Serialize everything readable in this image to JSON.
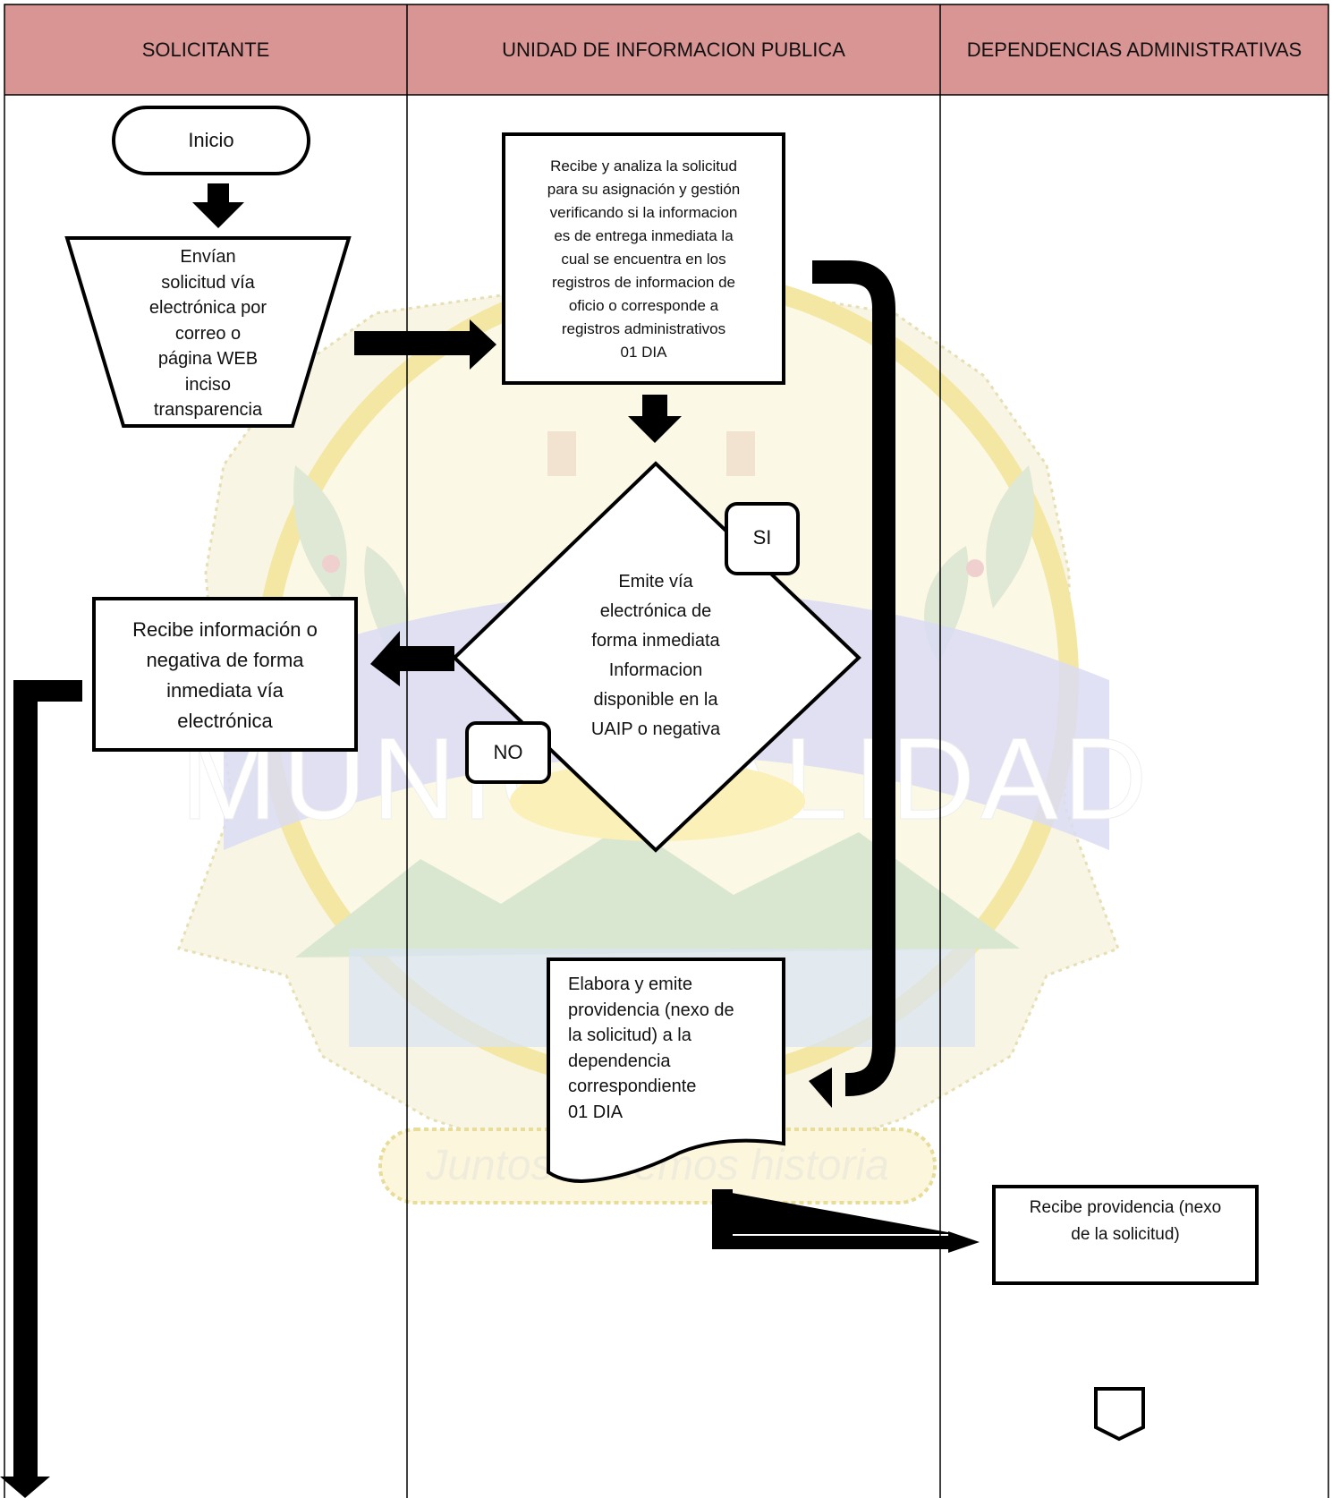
{
  "lanes": [
    {
      "title": "SOLICITANTE"
    },
    {
      "title": "UNIDAD DE INFORMACION PUBLICA"
    },
    {
      "title": "DEPENDENCIAS ADMINISTRATIVAS"
    }
  ],
  "watermark": {
    "word": "MUNICIPALIDAD",
    "motto": "Juntos hacemos historia"
  },
  "colors": {
    "header_bg": "#d99594",
    "line": "#000000",
    "arrow": "#000000",
    "watermark_yellow": "#f6eba8",
    "watermark_blue": "#cdd0ef",
    "watermark_green": "#d6e6cf"
  },
  "nodes": {
    "start": {
      "label": "Inicio"
    },
    "send_request": {
      "label": "Envían\nsolicitud vía\nelectrónica por\ncorreo o\npágina WEB\ninciso\ntransparencia"
    },
    "receive_analyze": {
      "label": "Recibe y analiza la solicitud\npara su asignación y gestión\nverificando si la informacion\nes de entrega inmediata la\ncual se encuentra en los\nregistros de informacion de\noficio o corresponde a\nregistros administrativos\n01 DIA"
    },
    "decision": {
      "label": "Emite vía\nelectrónica de\nforma  inmediata\nInformacion\ndisponible en la\nUAIP o negativa"
    },
    "yes_tag": {
      "label": "SI"
    },
    "no_tag": {
      "label": "NO"
    },
    "receive_info": {
      "label": "Recibe información o\nnegativa de forma\ninmediata vía\nelectrónica"
    },
    "issue_providencia": {
      "label": "Elabora y emite\nprovidencia (nexo de\nla solicitud) a la\ndependencia\ncorrespondiente\n01 DIA"
    },
    "receive_providencia": {
      "label": "Recibe providencia (nexo\nde la solicitud)"
    },
    "offpage_connector": {
      "label": ""
    }
  }
}
